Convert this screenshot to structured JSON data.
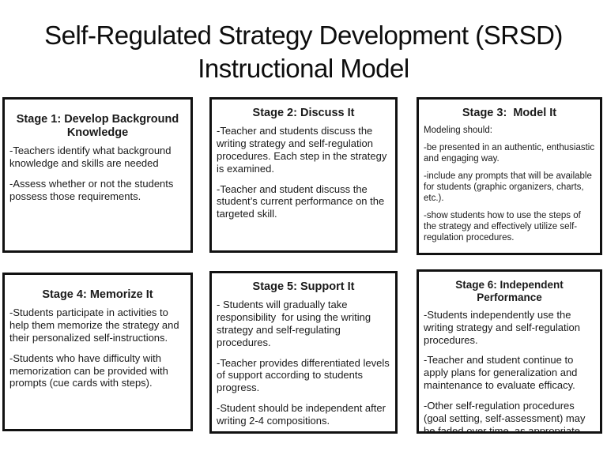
{
  "slide_title": "Self-Regulated Strategy Development (SRSD) Instructional Model",
  "colors": {
    "background": "#ffffff",
    "text": "#1a1a1a",
    "border": "#111111"
  },
  "stages": [
    {
      "title": "Stage 1: Develop Background Knowledge",
      "paragraphs": [
        "-Teachers identify what background knowledge and skills are needed",
        "-Assess whether or not the students possess those requirements."
      ]
    },
    {
      "title": "Stage 2: Discuss It",
      "paragraphs": [
        "-Teacher and students discuss the writing strategy and self-regulation procedures. Each step in the strategy is examined.",
        "-Teacher and student discuss the student’s current performance on the targeted skill."
      ]
    },
    {
      "title": "Stage 3:  Model It",
      "paragraphs": [
        "Modeling should:",
        "-be presented in an authentic, enthusiastic and engaging way.",
        "-include any prompts that will be available for students (graphic organizers, charts, etc.).",
        "-show students how to use the steps of the strategy and effectively utilize self-regulation procedures."
      ]
    },
    {
      "title": "Stage 4: Memorize It",
      "paragraphs": [
        "-Students participate in activities to help them memorize the strategy and their personalized self-instructions.",
        "-Students who have difficulty with memorization can be provided with prompts (cue cards with steps)."
      ]
    },
    {
      "title": "Stage 5: Support It",
      "paragraphs": [
        "- Students will gradually take responsibility  for using the writing strategy and self-regulating procedures.",
        "-Teacher provides differentiated levels of support according to students progress.",
        "-Student should be independent after writing 2-4 compositions."
      ]
    },
    {
      "title": "Stage 6: Independent Performance",
      "paragraphs": [
        "-Students independently use the writing strategy and self-regulation procedures.",
        "-Teacher and student continue to apply plans for generalization and maintenance to evaluate efficacy.",
        "-Other self-regulation procedures (goal setting, self-assessment) may be faded over time, as appropriate."
      ]
    }
  ]
}
